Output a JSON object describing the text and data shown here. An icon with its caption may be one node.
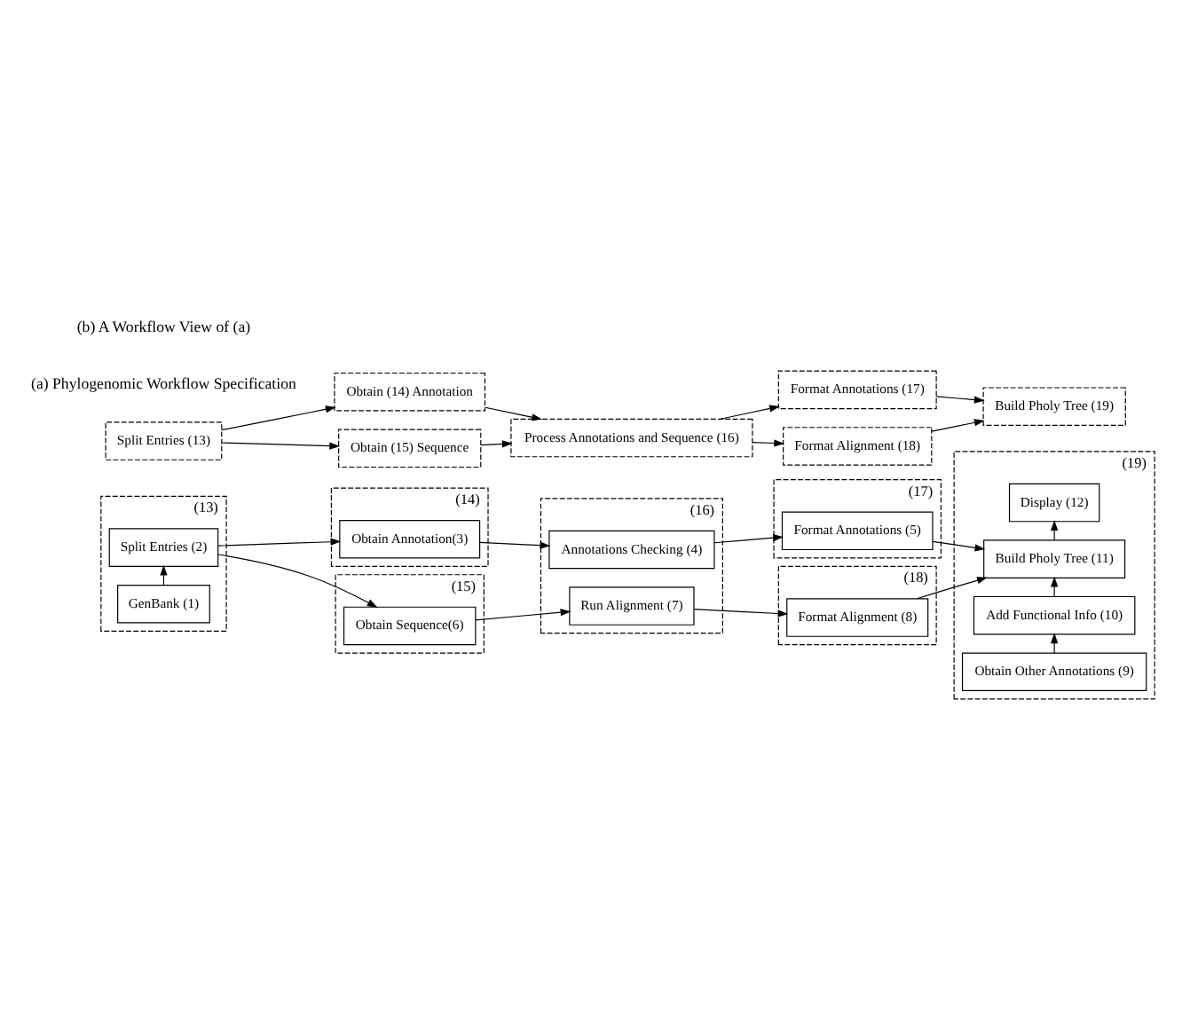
{
  "diagram": {
    "nodes": [
      {
        "text": [
          "(13)"
        ]
      },
      {
        "text": [
          "GenBank (1)"
        ],
        "in": 0
      },
      {
        "text": [
          "Split Entries (2)"
        ],
        "in": 0
      },
      {
        "text": [
          "(14)"
        ]
      },
      {
        "text": [
          "Obtain Annotation(3)"
        ],
        "in": 3
      },
      {
        "text": [
          "(16)"
        ]
      },
      {
        "text": [
          "Annotations Checking (4)"
        ],
        "in": 5
      },
      {
        "text": [
          "(17)"
        ]
      },
      {
        "text": [
          "Format Annotations (5)"
        ],
        "in": 7
      },
      {
        "text": [
          "(19)"
        ]
      },
      {
        "text": [
          "Obtain Other Annotations (9)"
        ],
        "in": 9
      },
      {
        "text": [
          "Add Functional Info (10)"
        ],
        "in": 9
      },
      {
        "text": [
          "Build Pholy Tree (11)"
        ],
        "in": 9
      },
      {
        "text": [
          "Display (12)"
        ],
        "in": 9
      },
      {
        "text": [
          "(15)"
        ]
      },
      {
        "text": [
          "Obtain Sequence(6)"
        ],
        "in": 14
      },
      {
        "text": [
          "Run Alignment (7)"
        ],
        "in": 5
      },
      {
        "text": [
          "(18)"
        ]
      },
      {
        "text": [
          "Format Alignment (8)"
        ],
        "in": 17
      },
      {
        "text": [
          "Split Entries (13)"
        ]
      },
      {
        "text": [
          "Obtain (14) Annotation"
        ]
      },
      {
        "text": [
          "Obtain (15) Sequence"
        ]
      },
      {
        "text": [
          "Process Annotations and Sequence (16)"
        ]
      },
      {
        "text": [
          "Format Annotations (17)"
        ]
      },
      {
        "text": [
          "Format Alignment (18)"
        ]
      },
      {
        "text": [
          "Build Pholy Tree (19)"
        ]
      }
    ],
    "edges": [
      {
        "from": 1,
        "to": 2,
        "arrow": "to"
      },
      {
        "from": 2,
        "to": 4,
        "arrow": "to"
      },
      {
        "from": 2,
        "to": 15,
        "arrow": "to"
      },
      {
        "from": 4,
        "to": 6,
        "arrow": "to"
      },
      {
        "from": 6,
        "to": 8,
        "arrow": "to"
      },
      {
        "from": 15,
        "to": 16,
        "arrow": "to"
      },
      {
        "from": 16,
        "to": 18,
        "arrow": "to"
      },
      {
        "from": 8,
        "to": 12,
        "arrow": "to"
      },
      {
        "from": 18,
        "to": 12,
        "arrow": "to"
      },
      {
        "from": 10,
        "to": 11,
        "arrow": "to"
      },
      {
        "from": 11,
        "to": 12,
        "arrow": "to"
      },
      {
        "from": 12,
        "to": 13,
        "arrow": "to"
      },
      {
        "from": 19,
        "to": 20,
        "arrow": "to"
      },
      {
        "from": 19,
        "to": 21,
        "arrow": "to"
      },
      {
        "from": 20,
        "to": 22,
        "arrow": "to"
      },
      {
        "from": 21,
        "to": 22,
        "arrow": "to"
      },
      {
        "from": 22,
        "to": 23,
        "arrow": "to"
      },
      {
        "from": 22,
        "to": 24,
        "arrow": "to"
      },
      {
        "from": 23,
        "to": 25,
        "arrow": "to"
      },
      {
        "from": 24,
        "to": 25,
        "arrow": "to"
      }
    ],
    "labels": [
      "(a) Phylogenomic Workflow Specification",
      "(b) A Workflow View of (a)"
    ]
  }
}
